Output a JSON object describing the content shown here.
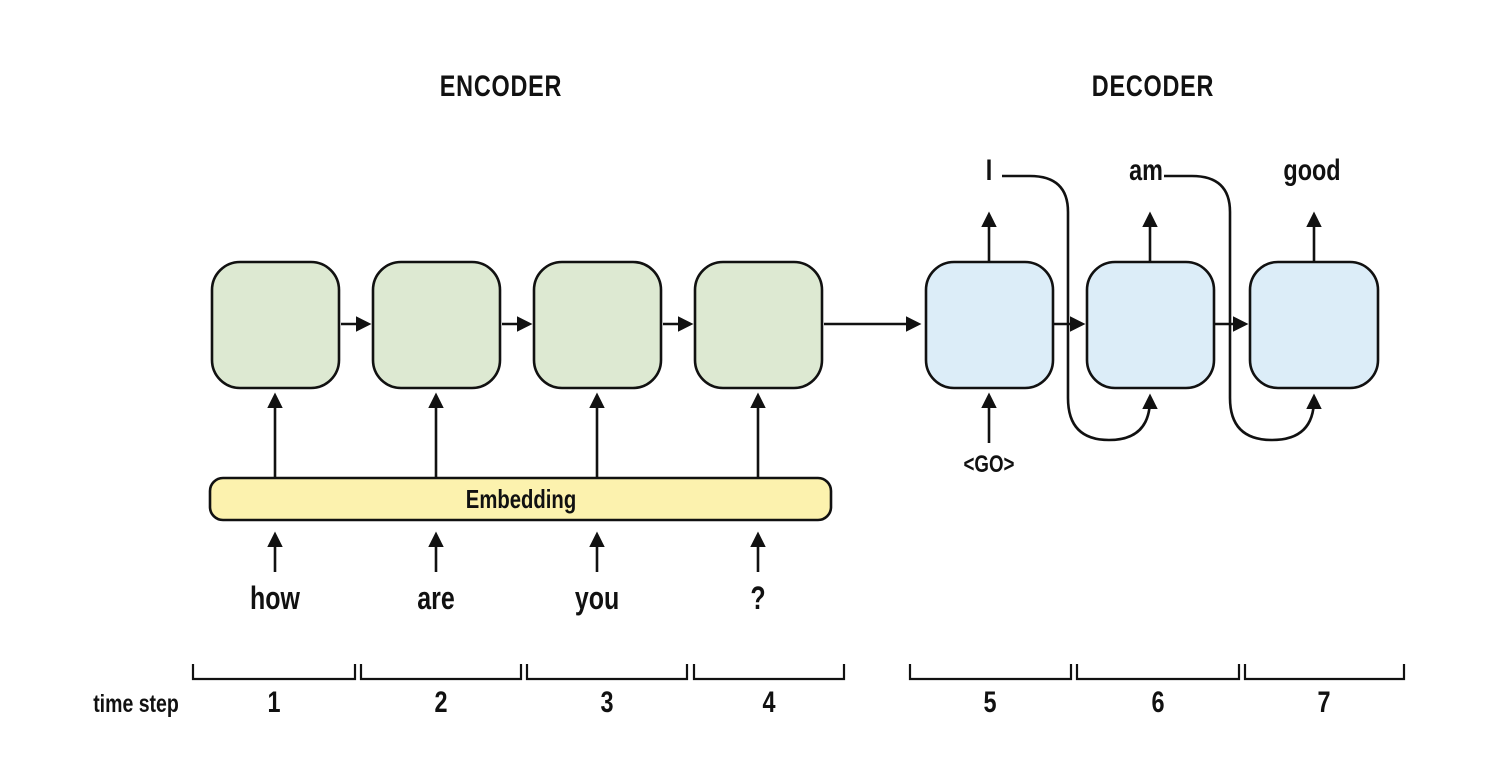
{
  "diagram": {
    "encoder_title": "ENCODER",
    "decoder_title": "DECODER",
    "embedding_label": "Embedding",
    "encoder_inputs": [
      "how",
      "are",
      "you",
      "?"
    ],
    "decoder_outputs": [
      "I",
      "am",
      "good"
    ],
    "decoder_start_token": "<GO>",
    "timeline_label": "time step",
    "time_steps": [
      "1",
      "2",
      "3",
      "4",
      "5",
      "6",
      "7"
    ],
    "colors": {
      "encoder_box_fill": "#dde9d2",
      "decoder_box_fill": "#dcedf8",
      "embedding_fill": "#fcf2ae",
      "stroke": "#111111"
    }
  }
}
